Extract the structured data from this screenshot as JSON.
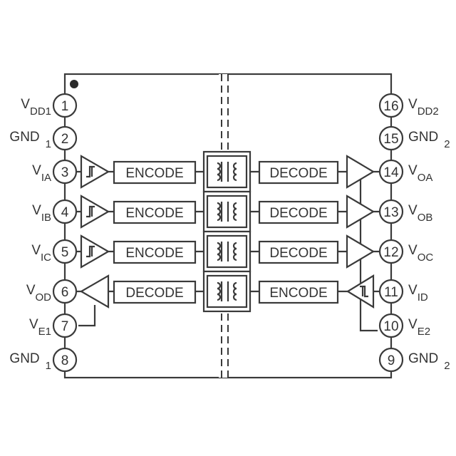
{
  "pins_left": [
    {
      "num": "1",
      "main": "V",
      "sub": "DD1",
      "after": ""
    },
    {
      "num": "2",
      "main": "GND",
      "sub": "1",
      "after": ""
    },
    {
      "num": "3",
      "main": "V",
      "sub": "IA",
      "after": ""
    },
    {
      "num": "4",
      "main": "V",
      "sub": "IB",
      "after": ""
    },
    {
      "num": "5",
      "main": "V",
      "sub": "IC",
      "after": ""
    },
    {
      "num": "6",
      "main": "V",
      "sub": "OD",
      "after": ""
    },
    {
      "num": "7",
      "main": "V",
      "sub": "E1",
      "after": ""
    },
    {
      "num": "8",
      "main": "GND",
      "sub": "1",
      "after": ""
    }
  ],
  "pins_right": [
    {
      "num": "16",
      "main": "V",
      "sub": "DD2"
    },
    {
      "num": "15",
      "main": "GND",
      "sub": "2"
    },
    {
      "num": "14",
      "main": "V",
      "sub": "OA"
    },
    {
      "num": "13",
      "main": "V",
      "sub": "OB"
    },
    {
      "num": "12",
      "main": "V",
      "sub": "OC"
    },
    {
      "num": "11",
      "main": "V",
      "sub": "ID"
    },
    {
      "num": "10",
      "main": "V",
      "sub": "E2"
    },
    {
      "num": "9",
      "main": "GND",
      "sub": "2"
    }
  ],
  "channels": [
    {
      "left_block": "ENCODE",
      "right_block": "DECODE"
    },
    {
      "left_block": "ENCODE",
      "right_block": "DECODE"
    },
    {
      "left_block": "ENCODE",
      "right_block": "DECODE"
    },
    {
      "left_block": "DECODE",
      "right_block": "ENCODE"
    }
  ],
  "colors": {
    "line": "#3a3a3a",
    "text": "#333333"
  }
}
